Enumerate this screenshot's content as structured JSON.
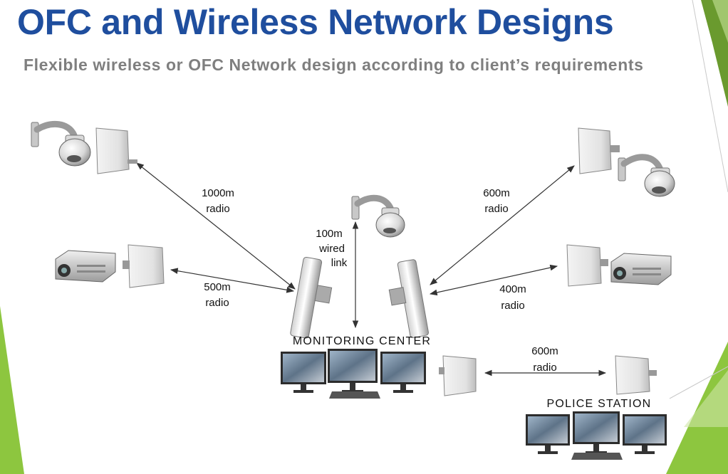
{
  "slide": {
    "title": "OFC and Wireless Network Designs",
    "subtitle": "Flexible wireless or OFC Network design according to client’s requirements",
    "accent_color": "#1f4e9e",
    "deco_green": "#8dc63f"
  },
  "links": [
    {
      "id": "top-left",
      "distance": "1000m",
      "medium": "radio"
    },
    {
      "id": "mid-left",
      "distance": "500m",
      "medium": "radio"
    },
    {
      "id": "center",
      "distance": "100m",
      "medium": "wired",
      "extra": "link"
    },
    {
      "id": "top-right",
      "distance": "600m",
      "medium": "radio"
    },
    {
      "id": "mid-right",
      "distance": "400m",
      "medium": "radio"
    },
    {
      "id": "police",
      "distance": "600m",
      "medium": "radio"
    }
  ],
  "locations": {
    "monitoring_center": "MONITORING CENTER",
    "police_station": "POLICE STATION"
  },
  "icons": [
    "dome-camera-icon",
    "box-camera-icon",
    "panel-antenna-icon",
    "sector-antenna-icon",
    "monitor-wall-icon",
    "keyboard-icon"
  ]
}
